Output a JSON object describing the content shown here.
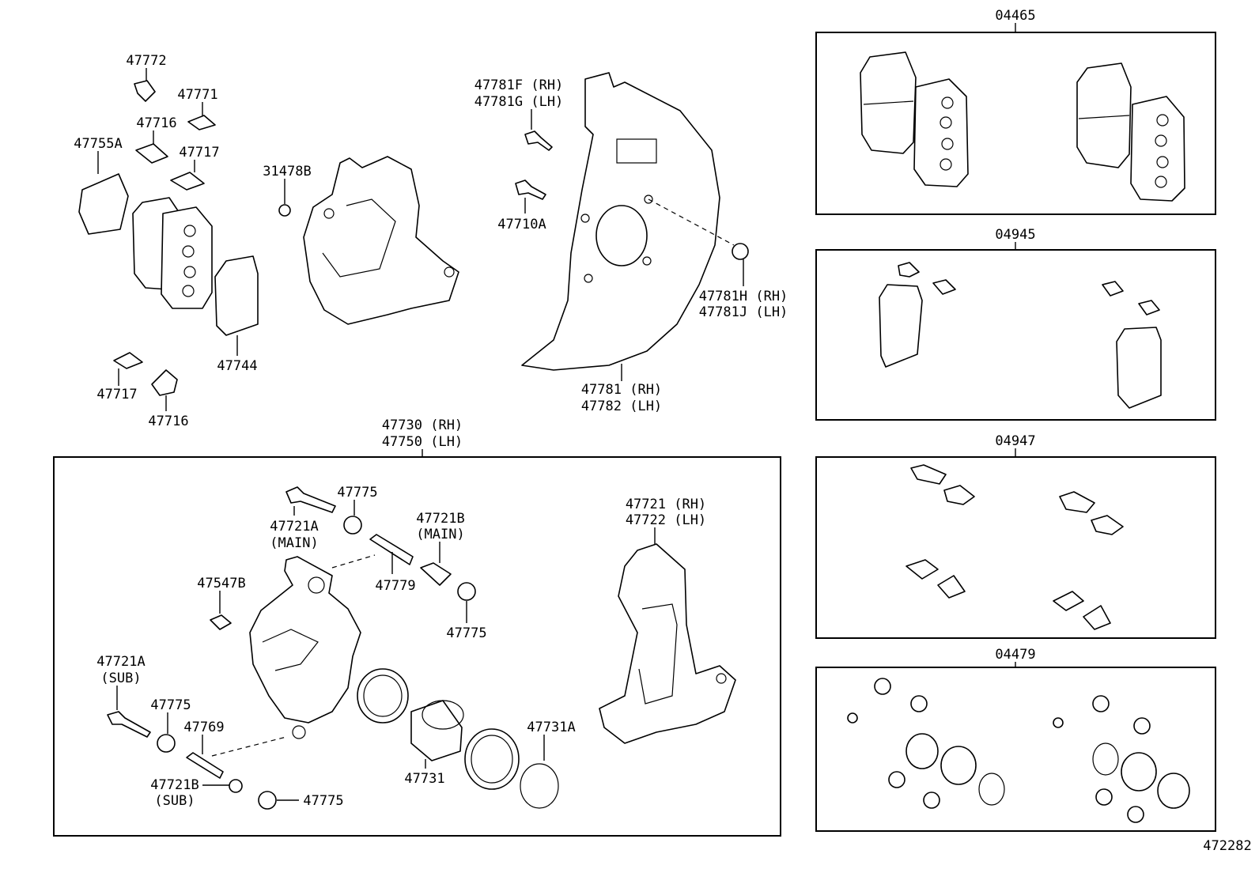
{
  "diagram_number": "472282",
  "kits": [
    {
      "code": "04465"
    },
    {
      "code": "04945"
    },
    {
      "code": "04947"
    },
    {
      "code": "04479"
    }
  ],
  "caliper_assembly": {
    "line1": "47730 (RH)",
    "line2": "47750 (LH)"
  },
  "labels": {
    "p47772": "47772",
    "p47771": "47771",
    "p47716_top": "47716",
    "p47755A": "47755A",
    "p47717_top": "47717",
    "p31478B": "31478B",
    "p47744": "47744",
    "p47717_bot": "47717",
    "p47716_bot": "47716",
    "p47781F": "47781F (RH)",
    "p47781G": "47781G (LH)",
    "p47710A": "47710A",
    "p47781H": "47781H (RH)",
    "p47781J": "47781J (LH)",
    "p47781": "47781 (RH)",
    "p47782": "47782 (LH)",
    "p47721A_main": "47721A",
    "p47721A_main_sub": "(MAIN)",
    "p47775_a": "47775",
    "p47721B_main": "47721B",
    "p47721B_main_sub": "(MAIN)",
    "p47779": "47779",
    "p47775_b": "47775",
    "p47547B": "47547B",
    "p47721A_sub": "47721A",
    "p47721A_sub_sub": "(SUB)",
    "p47775_c": "47775",
    "p47769": "47769",
    "p47721B_sub": "47721B",
    "p47721B_sub_sub": "(SUB)",
    "p47775_d": "47775",
    "p47731": "47731",
    "p47731A": "47731A",
    "p47721": "47721 (RH)",
    "p47722": "47722 (LH)"
  }
}
